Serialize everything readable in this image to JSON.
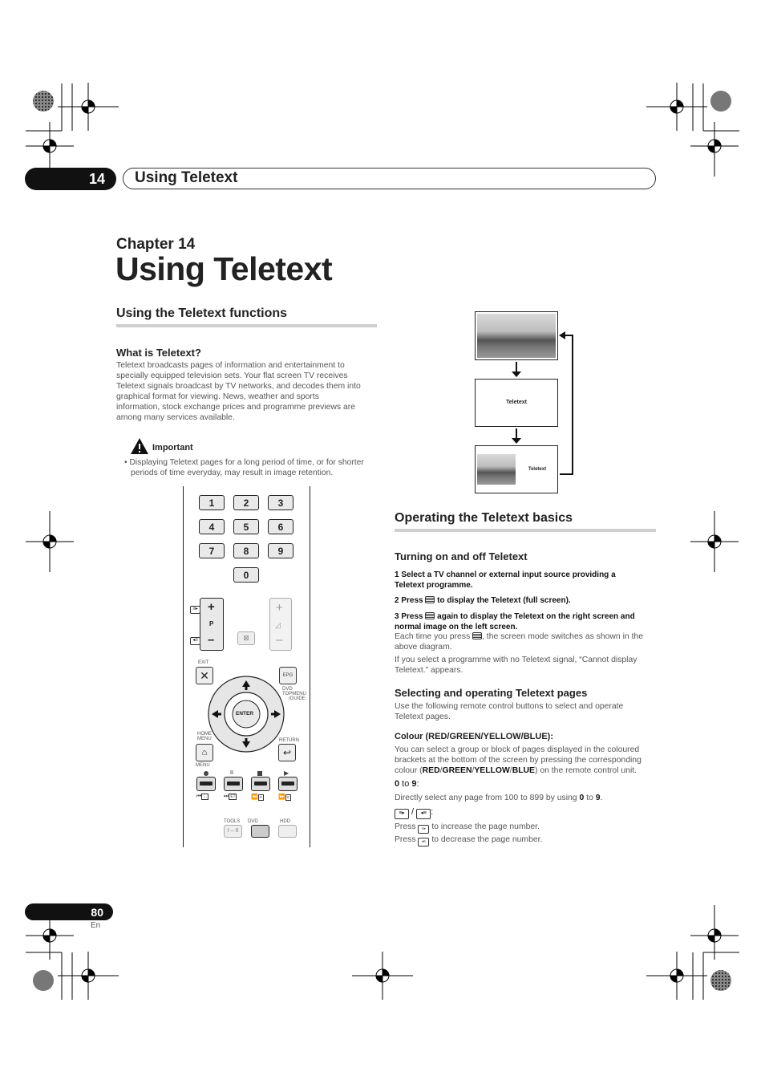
{
  "header": {
    "chapter_number": "14",
    "title": "Using Teletext"
  },
  "chapter": {
    "label": "Chapter 14",
    "title": "Using Teletext"
  },
  "left": {
    "section_title": "Using the Teletext functions",
    "what_is_title": "What is Teletext?",
    "what_is_lines": [
      "Teletext broadcasts pages of information and entertainment to",
      "specially equipped television sets. Your flat screen TV receives",
      "Teletext signals broadcast by TV networks, and decodes them into",
      "graphical format for viewing. News, weather and sports",
      "information, stock exchange prices and programme previews are",
      "among many services available."
    ],
    "important_label": "Important",
    "important_lines": [
      "• Displaying Teletext pages for a long period of time, or for shorter",
      "periods of time everyday, may result in image retention."
    ]
  },
  "remote": {
    "digits": [
      "1",
      "2",
      "3",
      "4",
      "5",
      "6",
      "7",
      "8",
      "9",
      "0"
    ],
    "p_plus": "+",
    "p_label": "P",
    "p_minus": "–",
    "v_plus": "+",
    "v_minus": "–",
    "exit": "EXIT",
    "epg": "EPG",
    "dvd_top_menu": [
      "DVD",
      "TOPMENU",
      "/GUIDE"
    ],
    "enter": "ENTER",
    "home_menu": [
      "HOME",
      "MENU"
    ],
    "menu": "MENU",
    "return": "RETURN",
    "tools": "TOOLS",
    "dvd": "DVD",
    "hdd": "HDD",
    "tools_btn": "I – II"
  },
  "diagram": {
    "teletext_full": "Teletext",
    "teletext_split": "Teletext"
  },
  "right": {
    "section_title": "Operating the Teletext basics",
    "turning_title": "Turning on and off Teletext",
    "step1_lines": [
      "1    Select a TV channel or external input source providing a",
      "Teletext programme."
    ],
    "step2_pre": "2    Press",
    "step2_post": "to display the Teletext (full screen).",
    "step3_pre": "3    Press",
    "step3_post": "again to display the Teletext on the right screen and",
    "step3_line2": "normal image on the left screen.",
    "each_time_pre": "Each time you press",
    "each_time_post": ", the screen mode switches as shown in the",
    "each_time_line2": "above diagram.",
    "no_signal_lines": [
      "If you select a programme with no Teletext signal, “Cannot display",
      "Teletext.” appears."
    ],
    "selecting_title": "Selecting and operating Teletext pages",
    "selecting_lines": [
      "Use the following remote control buttons to select and operate",
      "Teletext pages."
    ],
    "colour_title": "Colour (RED/GREEN/YELLOW/BLUE):",
    "colour_lines": [
      "You can select a group or block of pages displayed in the coloured",
      "brackets at the bottom of the screen by pressing the corresponding"
    ],
    "colour_line3_pre": "colour (",
    "colour_red": "RED",
    "colour_green": "GREEN",
    "colour_yellow": "YELLOW",
    "colour_blue": "BLUE",
    "slash": "/",
    "colour_line3_post": ") on the remote control unit.",
    "zero_to_nine": {
      "a": "0",
      "mid": " to ",
      "b": "9",
      "colon": ":"
    },
    "direct_pre": "Directly select any page from 100 to 899 by using ",
    "direct_a": "0",
    "direct_mid": " to ",
    "direct_b": "9",
    "direct_end": ".",
    "page_icons_colon": ":",
    "press_inc_pre": "Press",
    "press_inc_post": "to increase the page number.",
    "press_dec_pre": "Press",
    "press_dec_post": "to decrease the page number."
  },
  "footer": {
    "page_number": "80",
    "lang": "En"
  }
}
